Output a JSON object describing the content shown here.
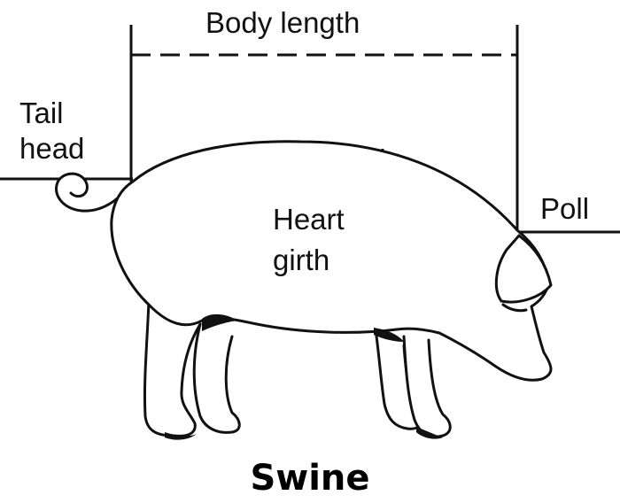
{
  "labels": {
    "body_length": "Body length",
    "tail_head": [
      "Tail",
      "head"
    ],
    "heart_girth": [
      "Heart",
      "girth"
    ],
    "poll": "Poll"
  },
  "caption": "Swine",
  "colors": {
    "ink": "#111111",
    "background": "#ffffff"
  }
}
